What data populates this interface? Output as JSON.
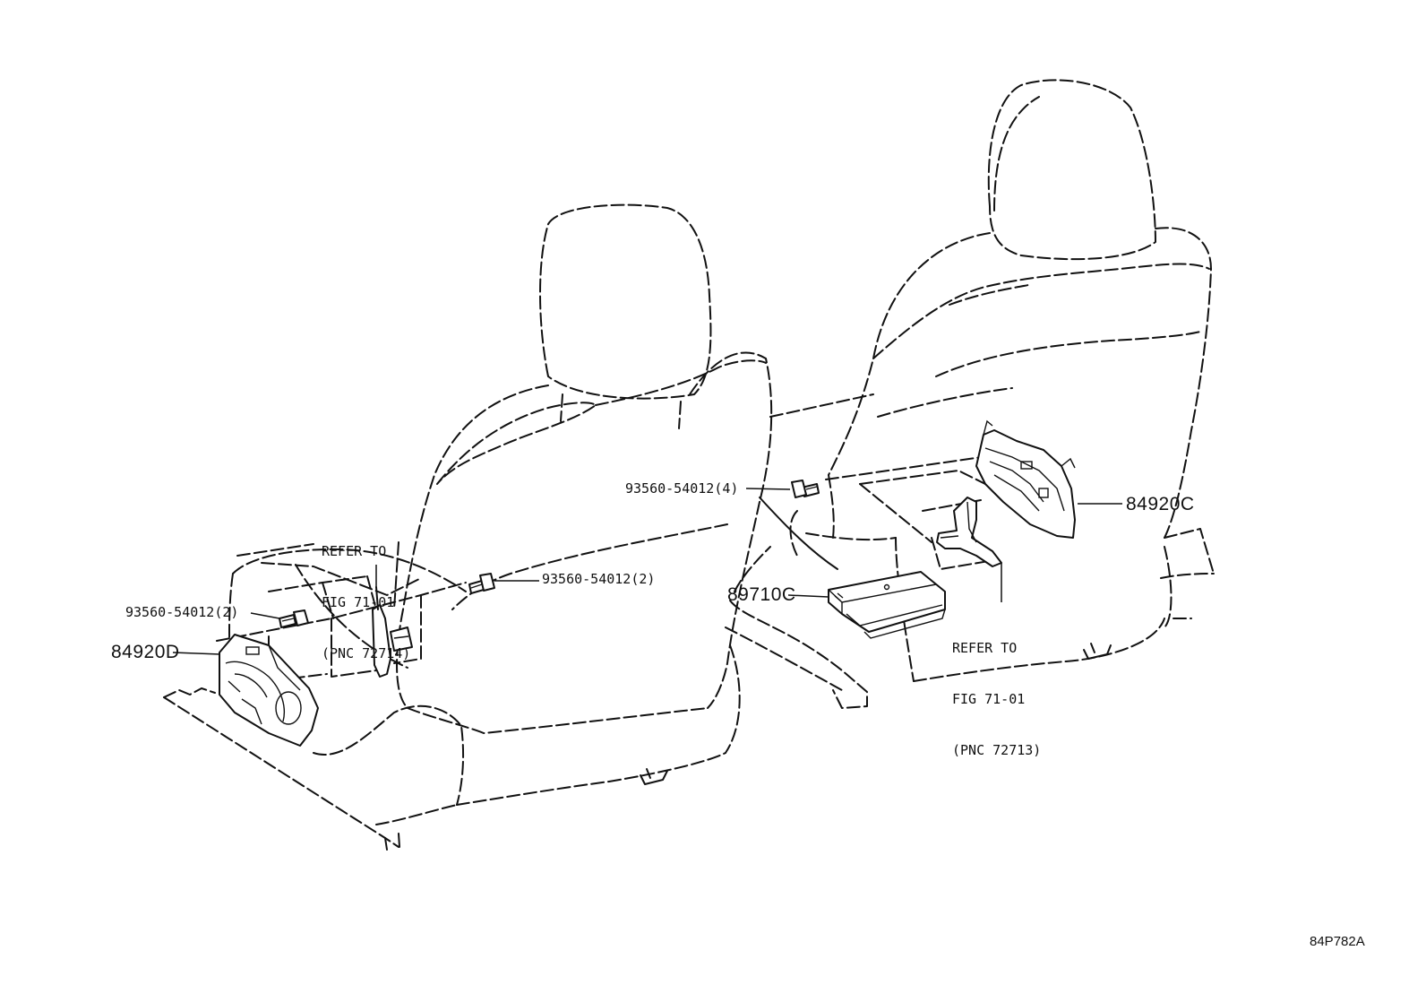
{
  "labels": {
    "part_84920D": "84920D",
    "part_84920C": "84920C",
    "part_89710C": "89710C",
    "bolt_left_a": "93560-54012(2)",
    "bolt_left_b": "93560-54012(2)",
    "bolt_right": "93560-54012(4)",
    "refer_left": [
      "REFER TO",
      "FIG 71-01",
      "(PNC 72714)"
    ],
    "refer_right": [
      "REFER TO",
      "FIG 71-01",
      "(PNC 72713)"
    ],
    "diagram_code": "84P782A"
  },
  "icons": {
    "bolt": "hex-bolt-icon",
    "switch": "seat-switch-icon",
    "ecu": "ecu-module-icon"
  }
}
